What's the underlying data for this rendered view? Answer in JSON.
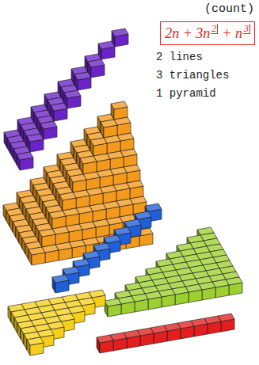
{
  "diagram": {
    "nodes": [
      {
        "text": [
          "2n + 3n",
          "2",
          "+ n",
          "3"
        ]
      }
    ],
    "labels": [
      "(count)",
      "2 lines",
      "3 triangles",
      "1 pyramid"
    ]
  }
}
